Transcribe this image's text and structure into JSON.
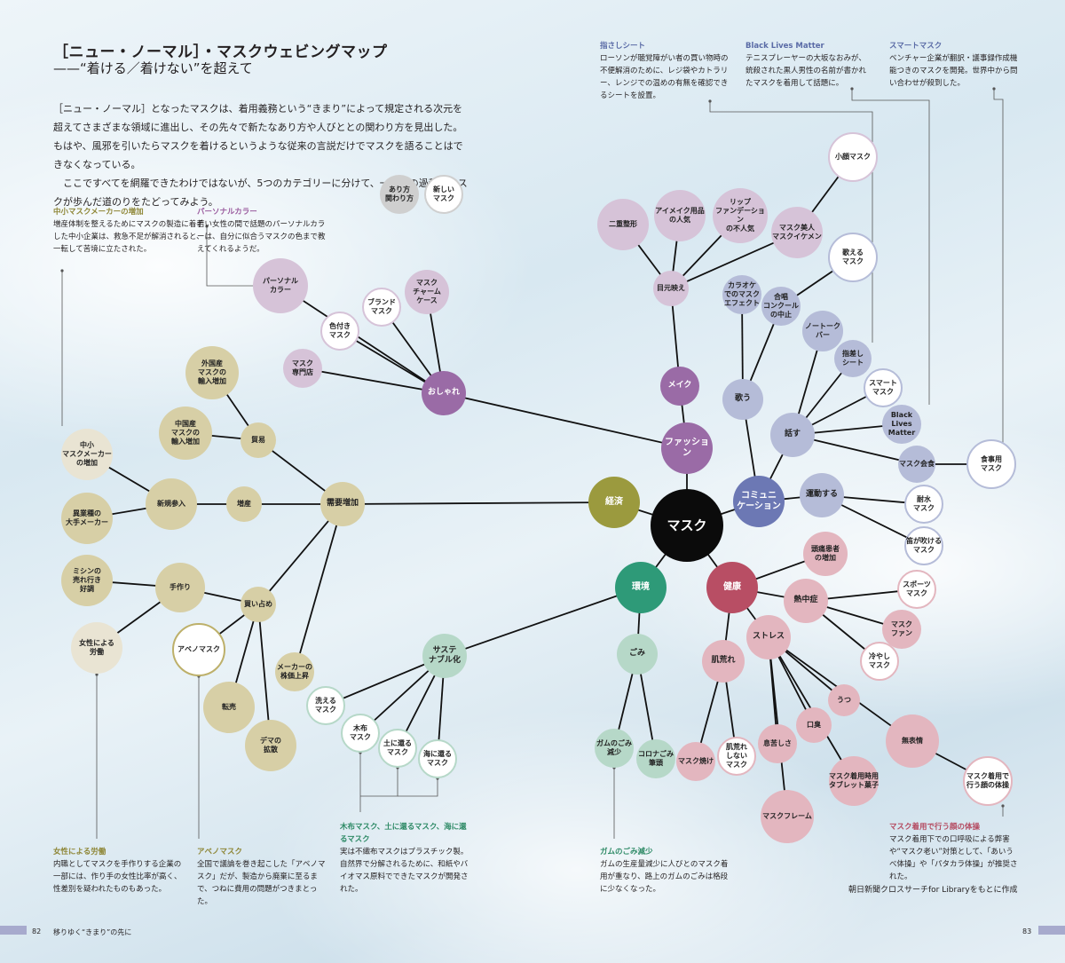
{
  "header": {
    "title": "［ニュー・ノーマル］・マスクウェビングマップ",
    "subtitle": "——“着ける／着けない”を超えて"
  },
  "intro": {
    "p1": "［ニュー・ノーマル］となったマスクは、着用義務という“きまり”によって規定される次元を超えてさまざまな領域に進出し、その先々で新たなあり方や人びととの関わり方を見出した。もはや、風邪を引いたらマスクを着けるというような従来の言説だけでマスクを語ることはできなくなっている。",
    "p2": "ここですべてを網羅できたわけではないが、5つのカテゴリーに分けて、一般化の過程でマスクが歩んだ道のりをたどってみよう。"
  },
  "legend": {
    "item1": "あり方\n関わり方",
    "item2": "新しい\nマスク"
  },
  "notes": {
    "chusho": {
      "heading": "中小マスクメーカーの増加",
      "body": "増産体制を整えるためにマスクの製造に着手した中小企業は、救急不足が解消されると、一転して苦境に立たされた。"
    },
    "personal": {
      "heading": "パーソナルカラー",
      "body": "若い女性の間で話題のパーソナルカラーは、自分に似合うマスクの色まで教えてくれるようだ。"
    },
    "sashi": {
      "heading": "指さしシート",
      "body": "ローソンが聴覚障がい者の買い物時の不便解消のために、レジ袋やカトラリー、レンジでの温めの有無を確認できるシートを設置。"
    },
    "blm": {
      "heading": "Black Lives Matter",
      "body": "テニスプレーヤーの大坂なおみが、銃殺された黒人男性の名前が書かれたマスクを着用して話題に。"
    },
    "smart": {
      "heading": "スマートマスク",
      "body": "ベンチャー企業が翻訳・議事録作成機能つきのマスクを開発。世界中から問い合わせが殺到した。"
    },
    "josei": {
      "heading": "女性による労働",
      "body": "内職としてマスクを手作りする企業の一部には、作り手の女性比率が高く、性差別を疑われたものもあった。"
    },
    "abeno": {
      "heading": "アベノマスク",
      "body": "全国で議論を巻き起こした「アベノマスク」だが、製造から廃棄に至るまで、つねに費用の問題がつきまとった。"
    },
    "mokufu": {
      "heading": "木布マスク、土に還るマスク、海に還るマスク",
      "body": "実は不織布マスクはプラスチック製。自然界で分解されるために、和紙やバイオマス原料でできたマスクが開発された。"
    },
    "gum": {
      "heading": "ガムのごみ減少",
      "body": "ガムの生産量減少に人びとのマスク着用が重なり、路上のガムのごみは格段に少なくなった。"
    },
    "taiso": {
      "heading": "マスク着用で行う顔の体操",
      "body": "マスク着用下での口呼吸による弊害や“マスク老い”対策として、「あいうべ体操」や「パタカラ体操」が推奨された。"
    }
  },
  "source": "朝日新聞クロスサーチfor Libraryをもとに作成",
  "footer": {
    "page_left": "82",
    "page_right": "83",
    "running_title": "移りゆく“きまり”の先に"
  },
  "colors": {
    "center": "#0b0b0b",
    "fashion": "#9a6ba6",
    "fashion_light": "#d6c3d8",
    "comm": "#6c78b4",
    "comm_light": "#b5bcd8",
    "health": "#b84e64",
    "health_light": "#e3b6bf",
    "env": "#2e9a78",
    "env_light": "#b6d8c8",
    "economy": "#9b9a3e",
    "economy_light": "#d7cfa6",
    "note_fashion": "#9a5b9e",
    "note_comm": "#5a6ba6",
    "note_health": "#b44a60",
    "note_env": "#2e8a66",
    "note_econ": "#8e8636"
  },
  "nodes": {
    "mask": "マスク",
    "fashion": "ファッション",
    "comm": "コミュニ\nケーション",
    "health": "健康",
    "env": "環境",
    "economy": "経済",
    "make": "メイク",
    "oshare": "おしゃれ",
    "personal_color": "パーソナル\nカラー",
    "irotsuki": "色付き\nマスク",
    "brand": "ブランド\nマスク",
    "charm": "マスク\nチャーム\nケース",
    "senmon": "マスク\n専門店",
    "mejiri": "目元映え",
    "nijuu": "二重整形",
    "eyemake": "アイメイク用品\nの人気",
    "lip": "リップ\nファンデーション\nの不人気",
    "bijin": "マスク美人\nマスクイケメン",
    "kogao": "小顔マスク",
    "utau": "歌う",
    "karaoke": "カラオケ\nでのマスク\nエフェクト",
    "gassho": "合唱\nコンクール\nの中止",
    "utaeru": "歌える\nマスク",
    "hanasu": "話す",
    "notalk": "ノートーク\nバー",
    "yubisashi": "指差し\nシート",
    "smart": "スマート\nマスク",
    "blm": "Black\nLives\nMatter",
    "kaishoku": "マスク会食",
    "shokuji": "食事用\nマスク",
    "undo": "運動する",
    "taisui": "耐水\nマスク",
    "fue": "笛が吹ける\nマスク",
    "zutsu": "頭痛患者\nの増加",
    "nechu": "熱中症",
    "sports": "スポーツ\nマスク",
    "fan": "マスク\nファン",
    "hiyashi": "冷やし\nマスク",
    "stress": "ストレス",
    "utsu": "うつ",
    "muhyojo": "無表情",
    "taiso": "マスク着用で\n行う顔の体操",
    "koshu": "口臭",
    "ikigurushisa": "息苦しさ",
    "tablet": "マスク着用時用\nタブレット菓子",
    "frame": "マスクフレーム",
    "hadaare": "肌荒れ",
    "yake": "マスク焼け",
    "hadaare_shinai": "肌荒れ\nしない\nマスク",
    "gomi": "ごみ",
    "gum": "ガムのごみ\n減少",
    "corona": "コロナごみ\n筆頭",
    "sustain": "サステ\nナブル化",
    "araeru": "洗える\nマスク",
    "mokufu": "木布\nマスク",
    "tsuchi": "土に還る\nマスク",
    "umi": "海に還る\nマスク",
    "juyo": "需要増加",
    "boeki": "貿易",
    "gaikoku": "外国産\nマスクの\n輸入増加",
    "chugoku": "中国産\nマスクの\n輸入増加",
    "zosan": "増産",
    "shinki": "新規参入",
    "chusho": "中小\nマスクメーカー\nの増加",
    "igyoshu": "異業種の\n大手メーカー",
    "kaishime": "買い占め",
    "tezukuri": "手作り",
    "mishin": "ミシンの\n売れ行き\n好調",
    "josei": "女性による\n労働",
    "abeno": "アベノマスク",
    "tenbai": "転売",
    "dema": "デマの\n拡散",
    "kabuka": "メーカーの\n株価上昇"
  }
}
